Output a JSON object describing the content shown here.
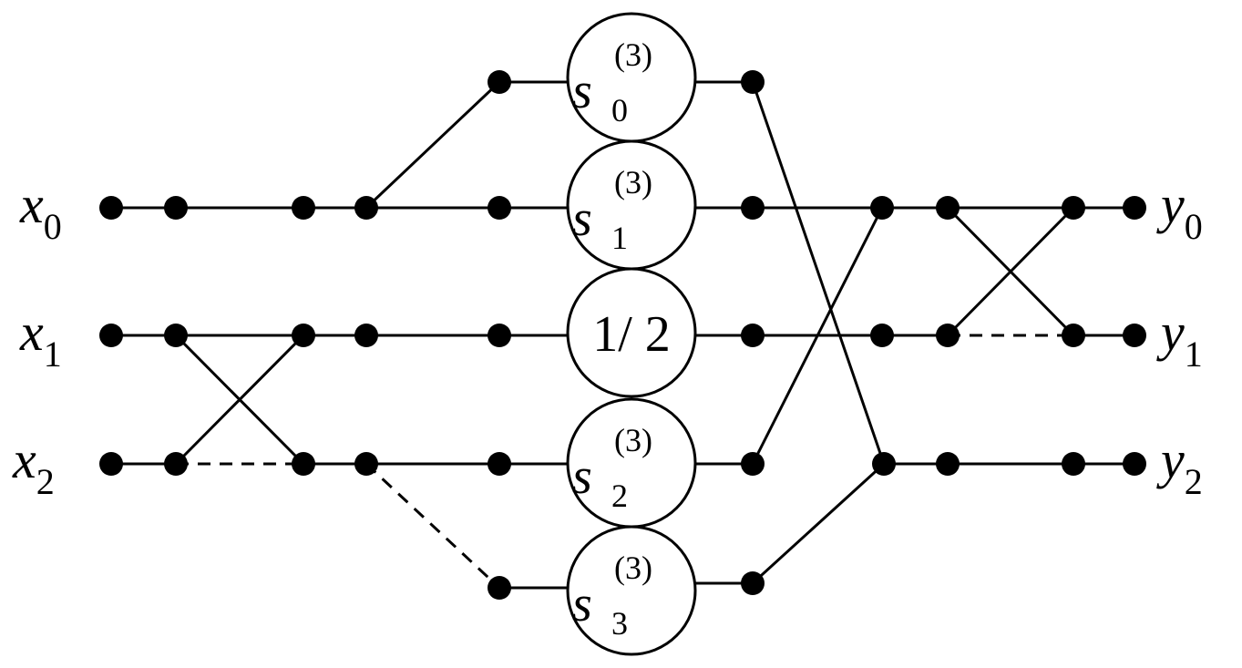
{
  "inputs": [
    {
      "symbol": "x",
      "sub": "0"
    },
    {
      "symbol": "x",
      "sub": "1"
    },
    {
      "symbol": "x",
      "sub": "2"
    }
  ],
  "outputs": [
    {
      "symbol": "y",
      "sub": "0"
    },
    {
      "symbol": "y",
      "sub": "1"
    },
    {
      "symbol": "y",
      "sub": "2"
    }
  ],
  "blocks": [
    {
      "symbol": "s",
      "sub": "0",
      "sup": "(3)"
    },
    {
      "symbol": "s",
      "sub": "1",
      "sup": "(3)"
    },
    {
      "text": "1/ 2"
    },
    {
      "symbol": "s",
      "sub": "2",
      "sup": "(3)"
    },
    {
      "symbol": "s",
      "sub": "3",
      "sup": "(3)"
    }
  ]
}
